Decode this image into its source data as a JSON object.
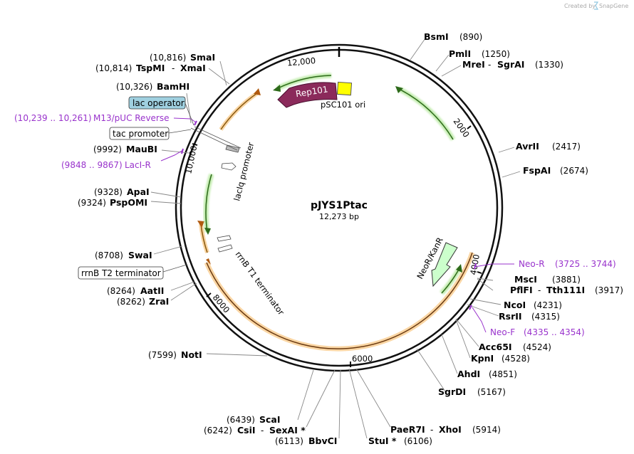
{
  "credit": {
    "created_by": "Created by",
    "brand": "SnapGene"
  },
  "plasmid": {
    "name": "pJYS1Ptac",
    "size": "12,273 bp"
  },
  "ticks": [
    "12,000",
    "2000",
    "4000",
    "6000",
    "8000",
    "10,000"
  ],
  "features": {
    "rep101": "Rep101",
    "ori": "pSC101 ori",
    "neo": "NeoR/KanR",
    "laciq": "lacIq promoter",
    "rrnb_t1": "rrnB T1 terminator",
    "lac_operator": "lac operator",
    "tac_promoter": "tac promoter",
    "rrnb_t2": "rrnB T2 terminator"
  },
  "sites": {
    "bsmi": {
      "name": "BsmI",
      "pos": "(890)"
    },
    "pmli": {
      "name": "PmlI",
      "pos": "(1250)"
    },
    "mrei": {
      "name": "MreI",
      "dash": "-",
      "name2": "SgrAI",
      "pos": "(1330)"
    },
    "avrii": {
      "name": "AvrII",
      "pos": "(2417)"
    },
    "fspai": {
      "name": "FspAI",
      "pos": "(2674)"
    },
    "msci": {
      "name": "MscI",
      "pos": "(3881)"
    },
    "pflfi": {
      "name": "PflFI",
      "dash": "-",
      "name2": "Tth111I",
      "pos": "(3917)"
    },
    "ncoi": {
      "name": "NcoI",
      "pos": "(4231)"
    },
    "rsrii": {
      "name": "RsrII",
      "pos": "(4315)"
    },
    "acc65i": {
      "name": "Acc65I",
      "pos": "(4524)"
    },
    "kpni": {
      "name": "KpnI",
      "pos": "(4528)"
    },
    "ahdi": {
      "name": "AhdI",
      "pos": "(4851)"
    },
    "sgrdi": {
      "name": "SgrDI",
      "pos": "(5167)"
    },
    "paer7i": {
      "name": "PaeR7I",
      "dash": "-",
      "name2": "XhoI",
      "pos": "(5914)"
    },
    "stui": {
      "name": "StuI *",
      "pos": "(6106)"
    },
    "bbvci": {
      "name": "BbvCI",
      "pos": "(6113)"
    },
    "csii": {
      "name": "CsiI",
      "dash": "-",
      "name2": "SexAI *",
      "pos": "(6242)"
    },
    "scai": {
      "name": "ScaI",
      "pos": "(6439)"
    },
    "noti": {
      "name": "NotI",
      "pos": "(7599)"
    },
    "zrai": {
      "name": "ZraI",
      "pos": "(8262)"
    },
    "aatii": {
      "name": "AatII",
      "pos": "(8264)"
    },
    "swai": {
      "name": "SwaI",
      "pos": "(8708)"
    },
    "pspomi": {
      "name": "PspOMI",
      "pos": "(9324)"
    },
    "apai": {
      "name": "ApaI",
      "pos": "(9328)"
    },
    "maubi": {
      "name": "MauBI",
      "pos": "(9992)"
    },
    "bamhi": {
      "name": "BamHI",
      "pos": "(10,326)"
    },
    "tspmi": {
      "name": "TspMI",
      "dash": "-",
      "name2": "XmaI",
      "pos": "(10,814)"
    },
    "smai": {
      "name": "SmaI",
      "pos": "(10,816)"
    }
  },
  "primers": {
    "neo_r": {
      "name": "Neo-R",
      "range": "(3725 .. 3744)"
    },
    "neo_f": {
      "name": "Neo-F",
      "range": "(4335 .. 4354)"
    },
    "laci_r": {
      "range": "(9848 .. 9867)",
      "name": "LacI-R"
    },
    "m13": {
      "range": "(10,239 .. 10,261)",
      "name": "M13/pUC Reverse"
    }
  },
  "colors": {
    "orange": "#f5b55a",
    "green": "#9be07a",
    "rep": "#8b2a5b",
    "ori": "#ffff00",
    "neo": "#ccffcc",
    "lac_operator": "#9fd0e0",
    "purple": "#9933cc"
  }
}
